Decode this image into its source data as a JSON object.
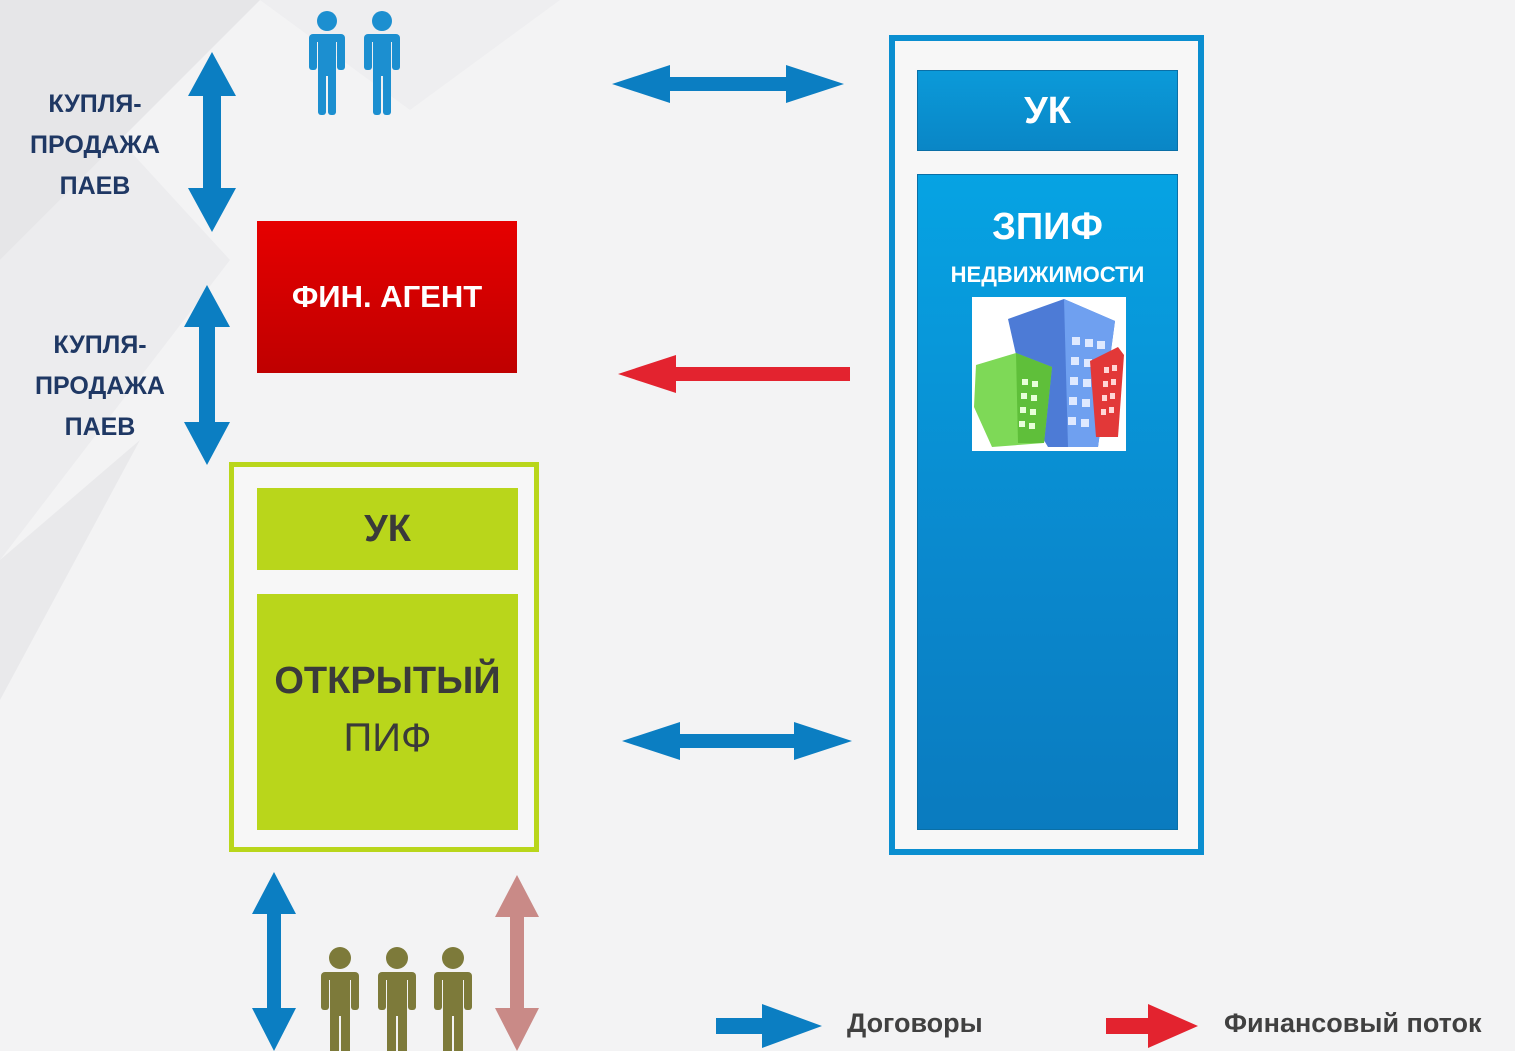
{
  "left_labels": {
    "top": [
      "КУПЛЯ-",
      "ПРОДАЖА",
      "ПАЕВ"
    ],
    "bottom": [
      "КУПЛЯ-",
      "ПРОДАЖА",
      "ПАЕВ"
    ]
  },
  "fin_agent": {
    "label": "ФИН. АГЕНТ"
  },
  "open_fund": {
    "uk_label": "УК",
    "title_bold": "ОТКРЫТЫЙ",
    "title_regular": "ПИФ"
  },
  "closed_fund": {
    "uk_label": "УК",
    "title": "ЗПИФ",
    "subtitle": "НЕДВИЖИМОСТИ"
  },
  "legend": {
    "contracts": "Договоры",
    "financial_flow": "Финансовый поток"
  },
  "colors": {
    "contract_arrow": "#0b7ec2",
    "financial_arrow": "#e3232f",
    "investor_arrow": "#c98a87",
    "fin_agent": "#d40000",
    "open_fund": "#b9d61b",
    "closed_fund": "#0a8ed0",
    "label_text": "#1f3864",
    "people_top": "#1c8fd0",
    "people_bottom": "#7d7a3a"
  },
  "icons": {
    "investors_top": "people-icon",
    "investors_bottom": "people-icon",
    "building": "buildings-icon"
  }
}
